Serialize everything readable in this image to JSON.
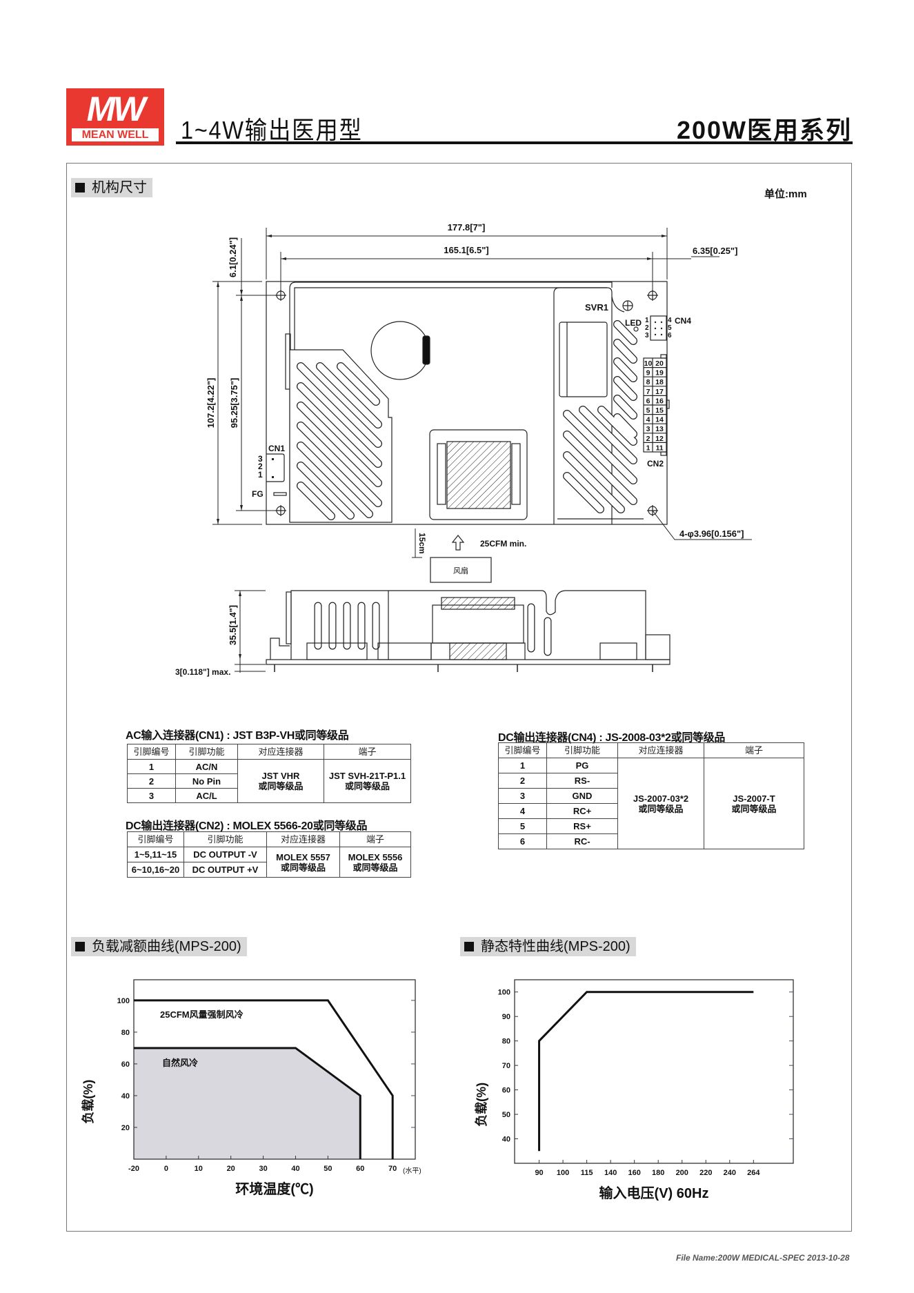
{
  "header": {
    "logo_top": "MW",
    "logo_bottom": "MEAN WELL",
    "title_left": "1~4W输出医用型",
    "title_right": "200W医用系列"
  },
  "mechanical": {
    "section_title": "机构尺寸",
    "unit": "单位:mm",
    "dims": {
      "total_length": "177.8[7\"]",
      "hole_pitch_x": "165.1[6.5\"]",
      "right_offset": "6.35[0.25\"]",
      "top_offset": "6.1[0.24\"]",
      "total_width": "107.2[4.22\"]",
      "hole_pitch_y": "95.25[3.75\"]",
      "holes": "4-φ3.96[0.156\"]",
      "height": "35.5[1.4\"]",
      "pin_max": "3[0.118\"] max.",
      "fan_distance": "15cm",
      "airflow": "25CFM min."
    },
    "labels": {
      "cn1": "CN1",
      "cn1_pins": [
        "3",
        "2",
        "1"
      ],
      "fg": "FG",
      "svr1": "SVR1",
      "led": "LED",
      "cn4": "CN4",
      "cn4_left_pins": [
        "1",
        "2",
        "3"
      ],
      "cn4_right_pins": [
        "4",
        "5",
        "6"
      ],
      "cn2": "CN2",
      "cn2_left_pins": [
        "10",
        "9",
        "8",
        "7",
        "6",
        "5",
        "4",
        "3",
        "2",
        "1"
      ],
      "cn2_right_pins": [
        "20",
        "19",
        "18",
        "17",
        "16",
        "15",
        "14",
        "13",
        "12",
        "11"
      ],
      "fan": "风扇"
    }
  },
  "tables": {
    "cn1": {
      "title": "AC输入连接器(CN1) : JST B3P-VH或同等级品",
      "headers": [
        "引脚编号",
        "引脚功能",
        "对应连接器",
        "端子"
      ],
      "rows": [
        [
          "1",
          "AC/N"
        ],
        [
          "2",
          "No Pin"
        ],
        [
          "3",
          "AC/L"
        ]
      ],
      "mating": "JST VHR\n或同等级品",
      "mating_l1": "JST VHR",
      "mating_l2": "或同等级品",
      "terminal_l1": "JST SVH-21T-P1.1",
      "terminal_l2": "或同等级品"
    },
    "cn2": {
      "title": "DC输出连接器(CN2) : MOLEX 5566-20或同等级品",
      "headers": [
        "引脚编号",
        "引脚功能",
        "对应连接器",
        "端子"
      ],
      "rows": [
        [
          "1~5,11~15",
          "DC OUTPUT -V"
        ],
        [
          "6~10,16~20",
          "DC OUTPUT +V"
        ]
      ],
      "mating_l1": "MOLEX 5557",
      "mating_l2": "或同等级品",
      "terminal_l1": "MOLEX 5556",
      "terminal_l2": "或同等级品"
    },
    "cn4": {
      "title": "DC输出连接器(CN4) : JS-2008-03*2或同等级品",
      "headers": [
        "引脚编号",
        "引脚功能",
        "对应连接器",
        "端子"
      ],
      "rows": [
        [
          "1",
          "PG"
        ],
        [
          "2",
          "RS-"
        ],
        [
          "3",
          "GND"
        ],
        [
          "4",
          "RC+"
        ],
        [
          "5",
          "RS+"
        ],
        [
          "6",
          "RC-"
        ]
      ],
      "mating_l1": "JS-2007-03*2",
      "mating_l2": "或同等级品",
      "terminal_l1": "JS-2007-T",
      "terminal_l2": "或同等级品"
    }
  },
  "chart_data": [
    {
      "type": "line",
      "title": "负载减额曲线(MPS-200)",
      "xlabel": "环境温度(℃)",
      "xlabel_note": "(水平)",
      "ylabel": "负载(%)",
      "x_ticks": [
        "-20",
        "0",
        "10",
        "20",
        "30",
        "40",
        "50",
        "60",
        "70"
      ],
      "y_ticks": [
        20,
        40,
        60,
        80,
        100
      ],
      "ylim": [
        0,
        113
      ],
      "grid": false,
      "series": [
        {
          "name": "25CFM风量强制风冷",
          "x": [
            "-20",
            "50",
            "70",
            "70"
          ],
          "y": [
            100,
            100,
            40,
            0
          ],
          "fill": false
        },
        {
          "name": "自然风冷",
          "x": [
            "-20",
            "40",
            "60",
            "60"
          ],
          "y": [
            70,
            70,
            40,
            0
          ],
          "fill": true,
          "fill_color": "#d8d8de"
        }
      ]
    },
    {
      "type": "line",
      "title": "静态特性曲线(MPS-200)",
      "xlabel": "输入电压(V) 60Hz",
      "ylabel": "负载(%)",
      "x_ticks": [
        "90",
        "100",
        "115",
        "140",
        "160",
        "180",
        "200",
        "220",
        "240",
        "264"
      ],
      "y_ticks": [
        40,
        50,
        60,
        70,
        80,
        90,
        100
      ],
      "ylim": [
        30,
        105
      ],
      "grid": false,
      "series": [
        {
          "name": "负载",
          "x": [
            "90",
            "90",
            "115",
            "264"
          ],
          "y": [
            35,
            80,
            100,
            100
          ],
          "fill": false
        }
      ]
    }
  ],
  "footer": "File Name:200W MEDICAL-SPEC   2013-10-28"
}
